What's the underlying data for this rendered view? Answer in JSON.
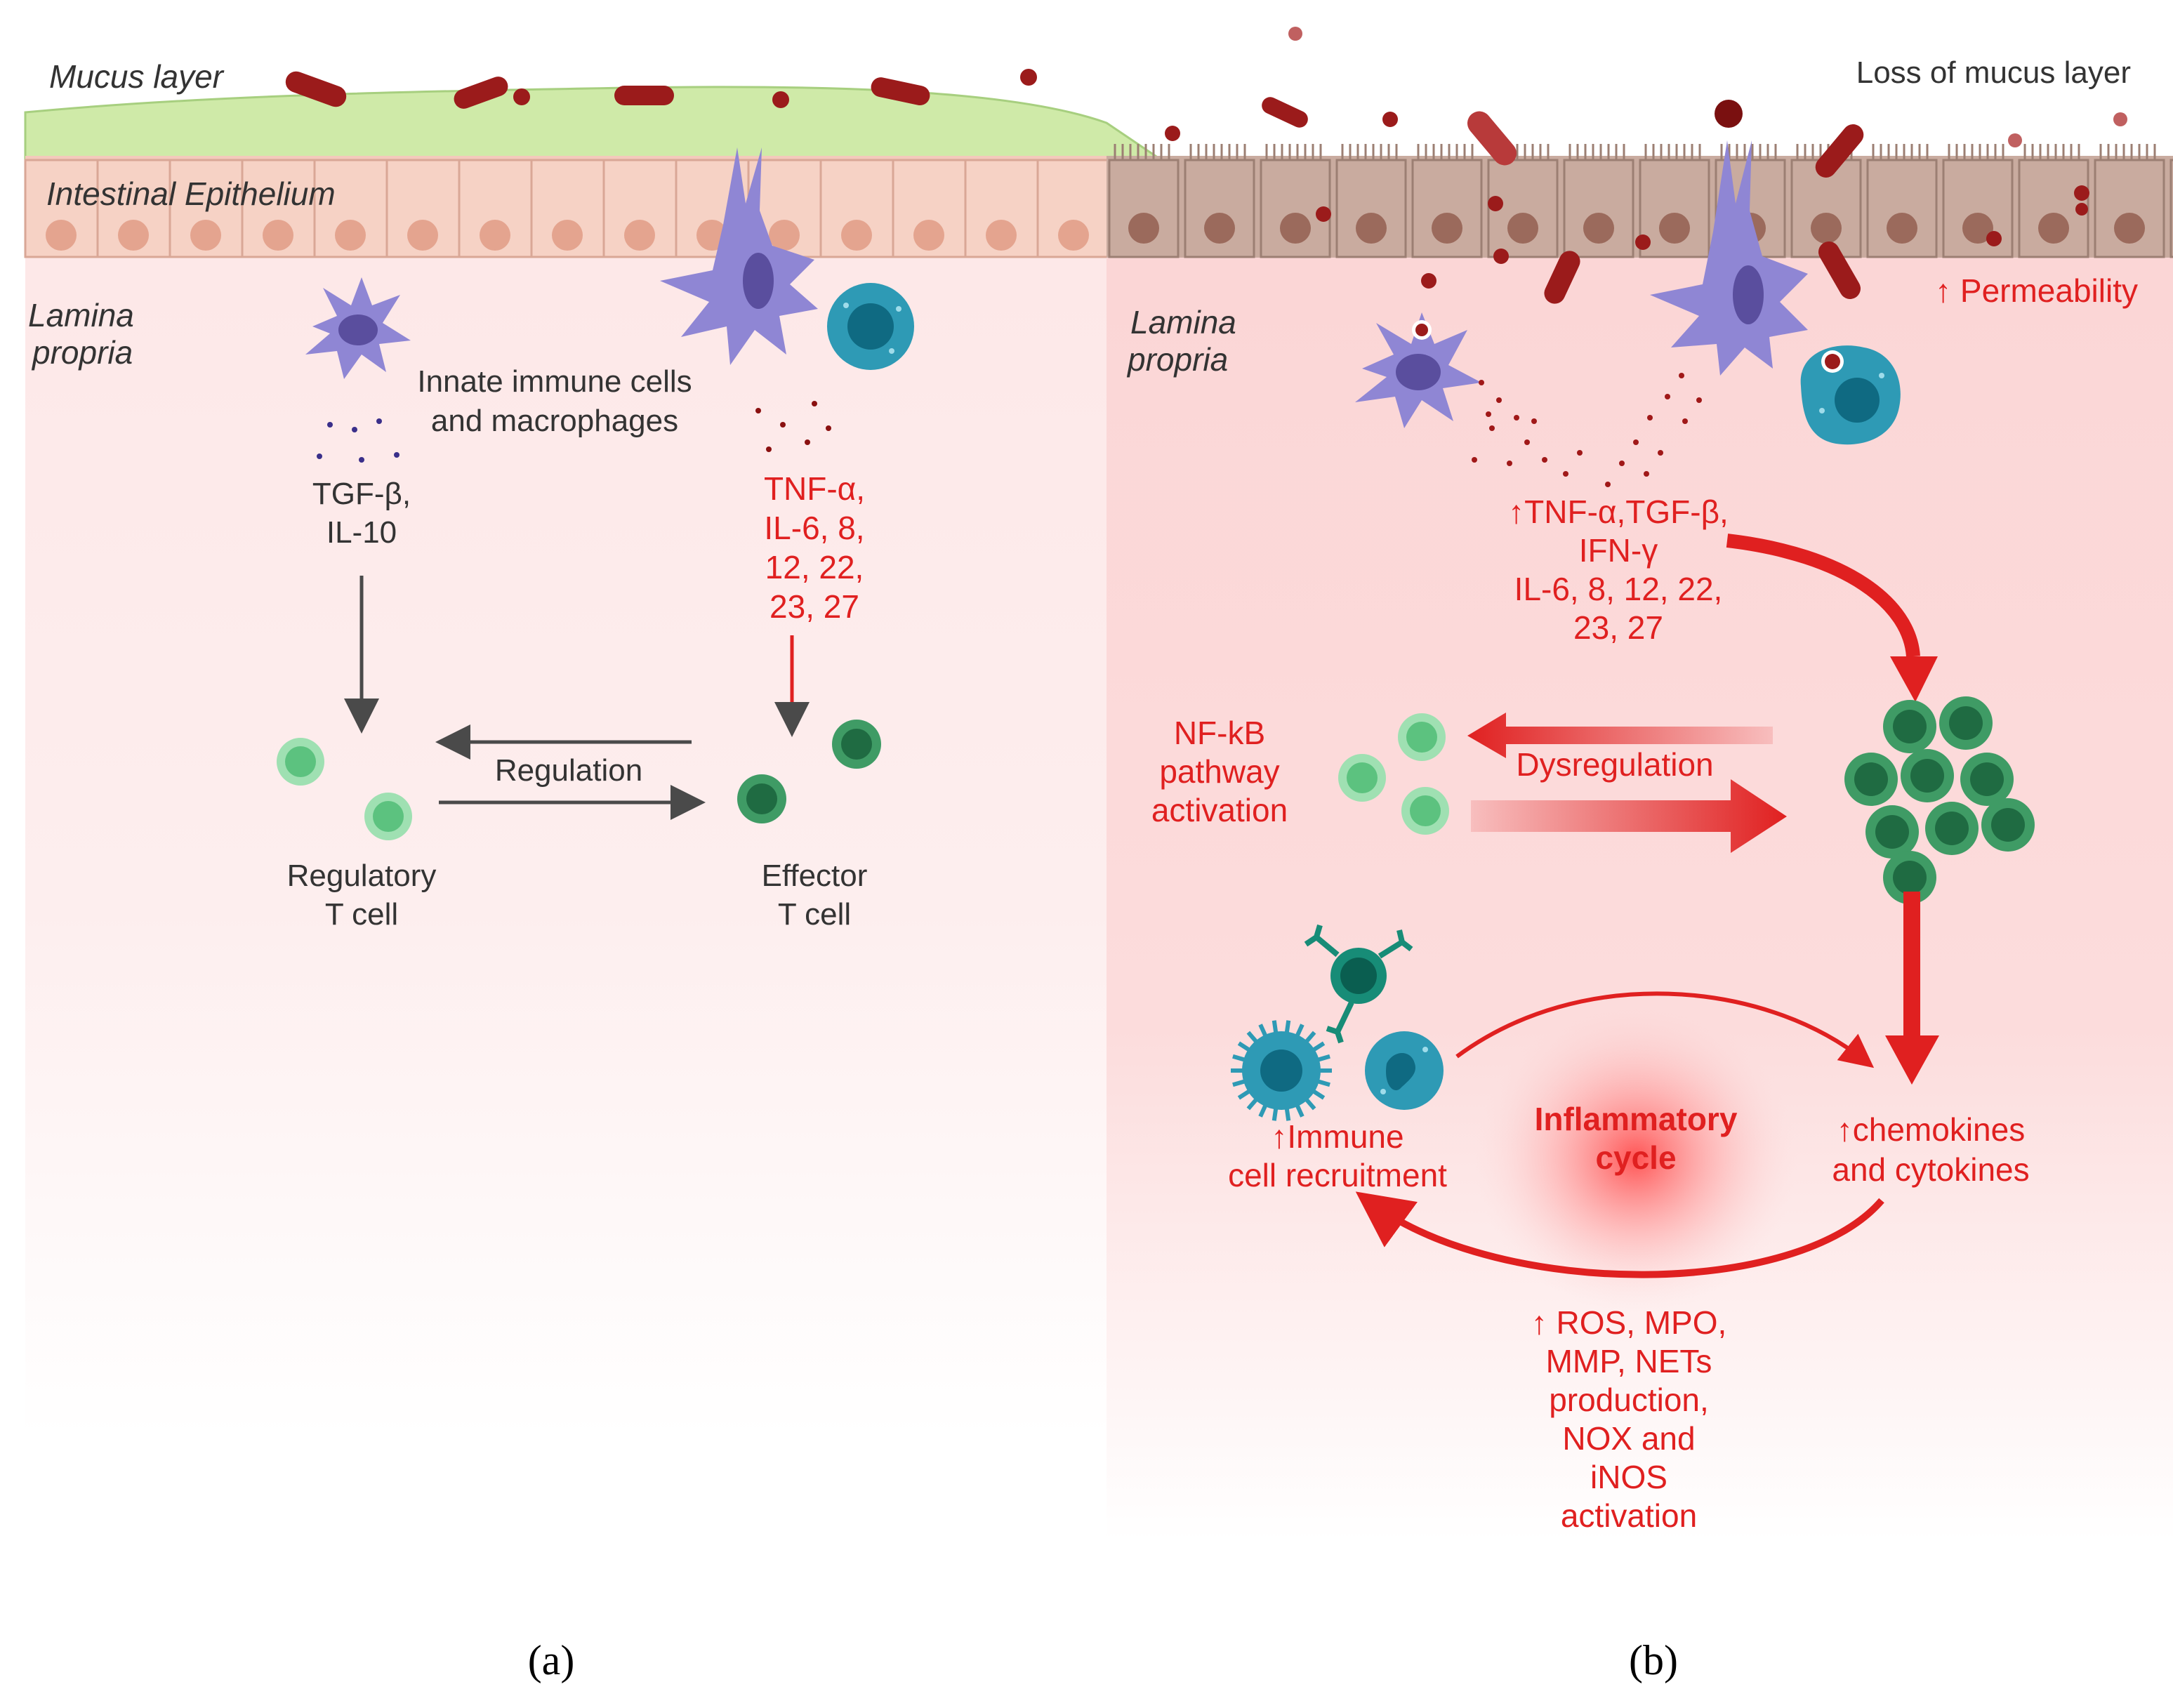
{
  "panel_a": {
    "mucus_label": "Mucus layer",
    "epithelium_label": "Intestinal Epithelium",
    "lamina_line1": "Lamina",
    "lamina_line2": "propria",
    "innate_line1": "Innate immune cells",
    "innate_line2": "and macrophages",
    "anti_cytokines": [
      "TGF-β,",
      "IL-10"
    ],
    "pro_cytokines": [
      "TNF-α,",
      "IL-6, 8,",
      "12, 22,",
      "23, 27"
    ],
    "regulation_label": "Regulation",
    "treg_line1": "Regulatory",
    "treg_line2": "T cell",
    "teff_line1": "Effector",
    "teff_line2": "T cell",
    "letter": "(a)"
  },
  "panel_b": {
    "loss_mucus_label": "Loss of mucus layer",
    "permeability_label": "↑ Permeability",
    "lamina_line1": "Lamina",
    "lamina_line2": "propria",
    "cytokines": [
      "↑TNF-α,TGF-β,",
      "IFN-γ",
      "IL-6, 8, 12, 22,",
      "23, 27"
    ],
    "nfkb_lines": [
      "NF-kB",
      "pathway",
      "activation"
    ],
    "dysregulation_label": "Dysregulation",
    "cycle_line1": "Inflammatory",
    "cycle_line2": "cycle",
    "recruit_line1": "↑Immune",
    "recruit_line2": "cell recruitment",
    "chemo_line1": "↑chemokines",
    "chemo_line2": "and cytokines",
    "ros_lines": [
      "↑ ROS, MPO,",
      "MMP, NETs",
      "production,",
      "NOX and",
      "iNOS",
      "activation"
    ],
    "letter": "(b)"
  },
  "colors": {
    "mucus": "#cfeaa8",
    "epithelium_healthy": "#f3c9bb",
    "epithelium_damaged": "#c9ab9f",
    "lamina_healthy": "#fde8e8",
    "lamina_inflamed": "#fbd9d9",
    "bacteria": "#9b1b1b",
    "dendritic": "#8f86d4",
    "macrophage": "#2e9ab5",
    "t_reg": "#7fd89a",
    "t_eff": "#3f9b65",
    "red_accent": "#e02020",
    "gray_arrow": "#4a4a4a"
  },
  "icons": [
    "bacteria-rod",
    "bacteria-coccus",
    "dendritic-cell",
    "macrophage",
    "t-cell",
    "neutrophil",
    "b-cell"
  ]
}
